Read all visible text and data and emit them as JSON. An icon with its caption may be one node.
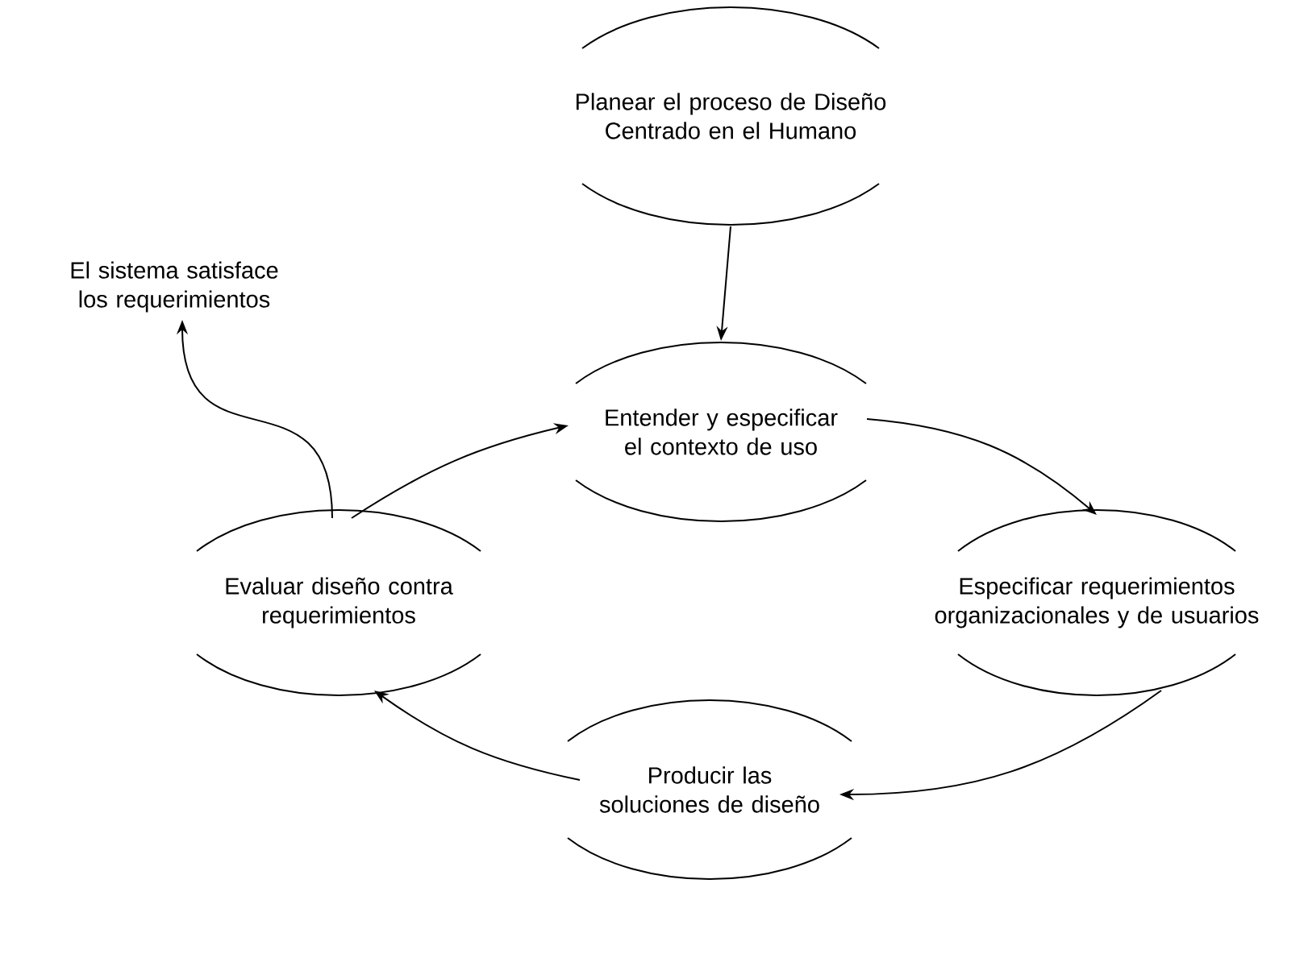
{
  "diagram": {
    "nodes": [
      {
        "text": [
          "Planear el proceso de Diseño Centrado en el Humano"
        ]
      },
      {
        "text": [
          "El sistema satisface los requerimientos"
        ]
      },
      {
        "text": [
          "Entender y especificar el contexto de uso"
        ]
      },
      {
        "text": [
          "Especificar requerimientos organizacionales y de usuarios"
        ]
      },
      {
        "text": [
          "Producir las soluciones de diseño"
        ]
      },
      {
        "text": [
          "Evaluar diseño contra requerimientos"
        ]
      }
    ],
    "edges": [
      {
        "from": 0,
        "to": 2,
        "arrow": "to"
      },
      {
        "from": 2,
        "to": 3,
        "arrow": "to"
      },
      {
        "from": 3,
        "to": 4,
        "arrow": "to"
      },
      {
        "from": 4,
        "to": 5,
        "arrow": "to"
      },
      {
        "from": 5,
        "to": 2,
        "arrow": "to"
      },
      {
        "from": 5,
        "to": 1,
        "arrow": "to"
      }
    ]
  }
}
